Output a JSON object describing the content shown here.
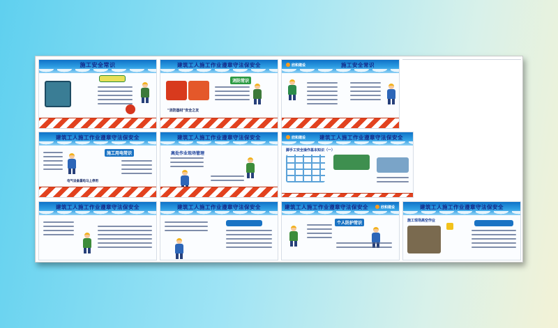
{
  "panels": [
    {
      "id": "p1",
      "title": "施工安全常识",
      "logo": "",
      "sub": [
        "",
        ""
      ]
    },
    {
      "id": "p2",
      "title": "建筑工人施工作业遵章守法保安全",
      "logo": "",
      "sub": [
        "",
        "\"消防器材\"安全之友"
      ]
    },
    {
      "id": "p3",
      "title": "施工安全常识",
      "logo": "欣和建设",
      "sub": []
    },
    {
      "id": "p4",
      "title": "建筑工人施工作业遵章守法保安全",
      "logo": "",
      "sub": [
        "施工用电常识",
        "电气设备漏电马上停用"
      ]
    },
    {
      "id": "p5",
      "title": "建筑工人施工作业遵章守法保安全",
      "logo": "",
      "sub": [
        "高处作业现场管理"
      ]
    },
    {
      "id": "p6",
      "title": "建筑工人施工作业遵章守法保安全",
      "logo": "欣和建设",
      "sub": [
        "脚手工安全操作基本知识（一）"
      ]
    },
    {
      "id": "p7",
      "title": "建筑工人施工作业遵章守法保安全",
      "logo": "",
      "sub": []
    },
    {
      "id": "p8",
      "title": "建筑工人施工作业遵章守法保安全",
      "logo": "",
      "sub": []
    },
    {
      "id": "p9",
      "title": "建筑工人施工作业遵章守法保安全",
      "logo": "欣和建设",
      "sub": [
        "个人防护常识"
      ]
    },
    {
      "id": "p10",
      "title": "建筑工人施工作业遵章守法保安全",
      "logo": "",
      "sub": [
        "施工现场高空作业"
      ]
    }
  ],
  "colors": {
    "band": "#1a73c4",
    "title": "#142a8a",
    "hazard_red": "#e2421f",
    "hazard_white": "#ffffff",
    "background_left": "#5fd0ef",
    "background_right": "#f3f2d6"
  },
  "icons": [
    "worker-figure",
    "fire-extinguisher-icon",
    "scaffold-icon",
    "hazard-stripe"
  ]
}
